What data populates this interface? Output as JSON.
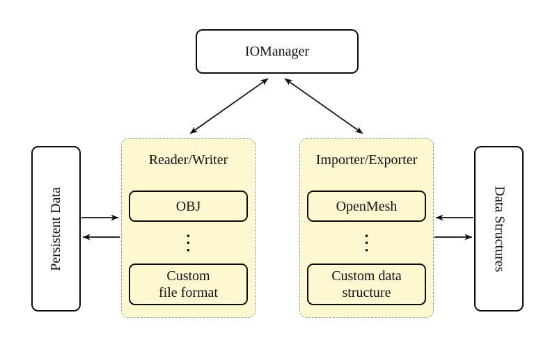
{
  "nodes": {
    "io_manager": {
      "label": "IOManager"
    },
    "persistent_data": {
      "label": "Persistent Data"
    },
    "data_structures": {
      "label": "Data Structures"
    }
  },
  "panels": {
    "reader_writer": {
      "title": "Reader/Writer",
      "top_box": "OBJ",
      "ellipsis": "⋮",
      "bottom_box": "Custom\nfile format"
    },
    "importer_exporter": {
      "title": "Importer/Exporter",
      "top_box": "OpenMesh",
      "ellipsis": "⋮",
      "bottom_box": "Custom data\nstructure"
    }
  },
  "connections": [
    {
      "from": "IOManager",
      "to": "Reader/Writer",
      "type": "bidirectional"
    },
    {
      "from": "IOManager",
      "to": "Importer/Exporter",
      "type": "bidirectional"
    },
    {
      "from": "Persistent Data",
      "to": "Reader/Writer",
      "type": "one-way"
    },
    {
      "from": "Reader/Writer",
      "to": "Persistent Data",
      "type": "one-way"
    },
    {
      "from": "Data Structures",
      "to": "Importer/Exporter",
      "type": "one-way"
    },
    {
      "from": "Importer/Exporter",
      "to": "Data Structures",
      "type": "one-way"
    }
  ],
  "colors": {
    "background": "#ffffff",
    "panel_fill": "#fbf8d2",
    "panel_border": "#9b9b9b",
    "box_border": "#0b0b0b",
    "text": "#111111"
  }
}
